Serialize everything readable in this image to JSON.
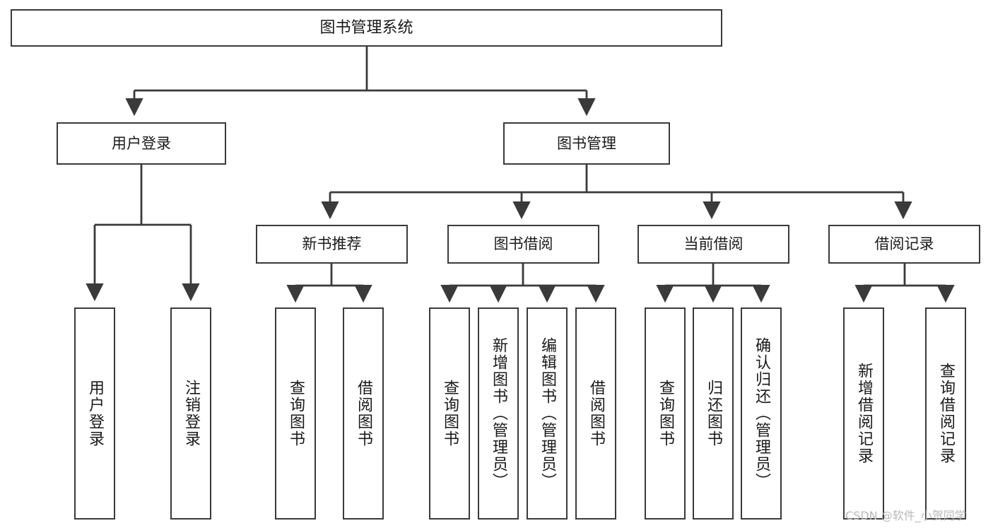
{
  "diagram": {
    "type": "tree-hierarchy",
    "title": "图书管理系统",
    "watermark": "CSDN @软件_小贺同学",
    "colors": {
      "background": "#ffffff",
      "border": "#3a3a3a",
      "edge": "#3a3a3a",
      "text": "#1a1a1a",
      "watermark": "#b8b8b8"
    },
    "nodes": {
      "root": {
        "label": "图书管理系统"
      },
      "level2": [
        {
          "id": "user-login",
          "label": "用户登录"
        },
        {
          "id": "book-management",
          "label": "图书管理"
        }
      ],
      "level3": [
        {
          "id": "new-book-recommend",
          "label": "新书推荐"
        },
        {
          "id": "book-borrow",
          "label": "图书借阅"
        },
        {
          "id": "current-borrow",
          "label": "当前借阅"
        },
        {
          "id": "borrow-record",
          "label": "借阅记录"
        }
      ],
      "leaves": {
        "user-login": [
          {
            "id": "leaf-user-login",
            "label": "用户登录"
          },
          {
            "id": "leaf-logout-login",
            "label": "注销登录"
          }
        ],
        "new-book-recommend": [
          {
            "id": "leaf-query-book-1",
            "label": "查询图书"
          },
          {
            "id": "leaf-borrow-book-1",
            "label": "借阅图书"
          }
        ],
        "book-borrow": [
          {
            "id": "leaf-query-book-2",
            "label": "查询图书"
          },
          {
            "id": "leaf-add-book",
            "label": "新增图书（管理员）"
          },
          {
            "id": "leaf-edit-book",
            "label": "编辑图书（管理员）"
          },
          {
            "id": "leaf-borrow-book-2",
            "label": "借阅图书"
          }
        ],
        "current-borrow": [
          {
            "id": "leaf-query-book-3",
            "label": "查询图书"
          },
          {
            "id": "leaf-return-book",
            "label": "归还图书"
          },
          {
            "id": "leaf-confirm-return",
            "label": "确认归还（管理员）"
          }
        ],
        "borrow-record": [
          {
            "id": "leaf-add-record",
            "label": "新增借阅记录"
          },
          {
            "id": "leaf-query-record",
            "label": "查询借阅记录"
          }
        ]
      }
    }
  }
}
